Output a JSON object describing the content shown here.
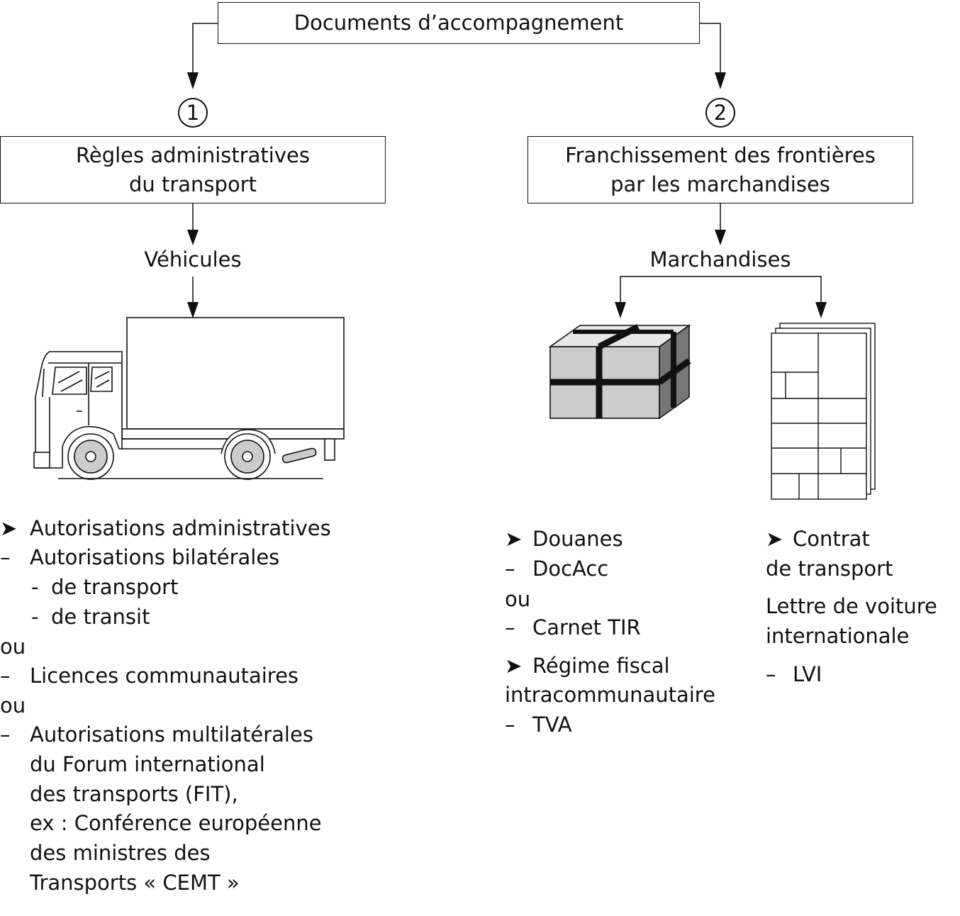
{
  "diagram": {
    "root": {
      "label": "Documents d’accompagnement"
    },
    "branches": [
      {
        "number": "1",
        "line1": "Règles administratives",
        "line2": "du transport"
      },
      {
        "number": "2",
        "line1": "Franchissement des frontières",
        "line2": "par les marchandises"
      }
    ],
    "vehicles_label": "Véhicules",
    "goods_label": "Marchandises",
    "left_list": [
      {
        "marker": "➤",
        "text": "Autorisations administratives"
      },
      {
        "marker": "–",
        "text": "Autorisations bilatérales"
      },
      {
        "marker": "-",
        "text": "de transport"
      },
      {
        "marker": "-",
        "text": "de transit"
      },
      {
        "marker": "",
        "text": "ou"
      },
      {
        "marker": "–",
        "text": "Licences communautaires"
      },
      {
        "marker": "",
        "text": "ou"
      },
      {
        "marker": "–",
        "text": "Autorisations multilatérales"
      },
      {
        "marker": "",
        "text": "du Forum international"
      },
      {
        "marker": "",
        "text": "des transports (FIT),"
      },
      {
        "marker": "",
        "text": "ex : Conférence européenne"
      },
      {
        "marker": "",
        "text": "des ministres des"
      },
      {
        "marker": "",
        "text": "Transports « CEMT »"
      }
    ],
    "middle_list": [
      {
        "marker": "➤",
        "text": "Douanes"
      },
      {
        "marker": "–",
        "text": "DocAcc"
      },
      {
        "marker": "",
        "text": "ou"
      },
      {
        "marker": "–",
        "text": "Carnet TIR"
      },
      {
        "marker": "➤",
        "text": "Régime fiscal"
      },
      {
        "marker": "",
        "text": "intracommunautaire"
      },
      {
        "marker": "–",
        "text": "TVA"
      }
    ],
    "right_list": [
      {
        "marker": "➤",
        "text": "Contrat"
      },
      {
        "marker": "",
        "text": "de transport"
      },
      {
        "marker": "",
        "text": "Lettre de voiture"
      },
      {
        "marker": "",
        "text": "internationale"
      },
      {
        "marker": "–",
        "text": "LVI"
      }
    ]
  },
  "icons": {
    "truck": "truck-icon",
    "package": "package-icon",
    "documents": "document-stack-icon"
  }
}
